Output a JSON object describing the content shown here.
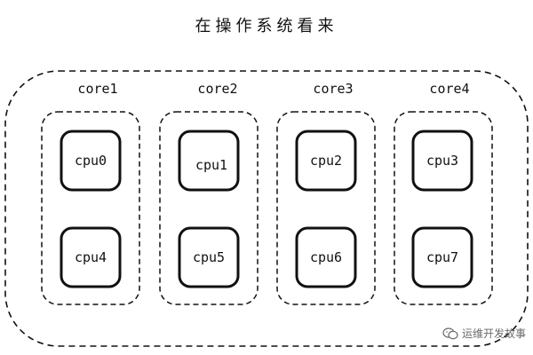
{
  "title": "在操作系统看来",
  "cores": [
    {
      "label": "core1",
      "cpus": [
        "cpu0",
        "cpu4"
      ]
    },
    {
      "label": "core2",
      "cpus": [
        "cpu1",
        "cpu5"
      ]
    },
    {
      "label": "core3",
      "cpus": [
        "cpu2",
        "cpu6"
      ]
    },
    {
      "label": "core4",
      "cpus": [
        "cpu3",
        "cpu7"
      ]
    }
  ],
  "watermark": {
    "text": "运维开发故事",
    "icon": "wechat-icon"
  },
  "colors": {
    "stroke": "#111111",
    "background": "#ffffff",
    "watermark": "#6a6a6a"
  }
}
